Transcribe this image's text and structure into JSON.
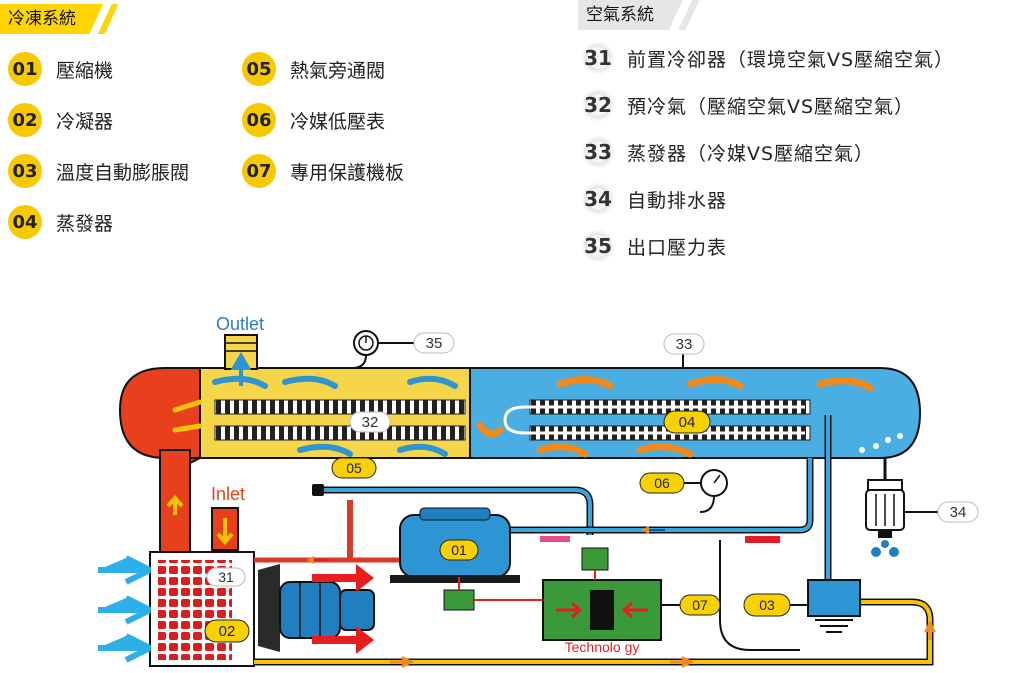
{
  "refrigeration": {
    "title": "冷凍系統",
    "items": [
      {
        "num": "01",
        "label": "壓縮機"
      },
      {
        "num": "02",
        "label": "冷凝器"
      },
      {
        "num": "03",
        "label": "溫度自動膨脹閥"
      },
      {
        "num": "04",
        "label": "蒸發器"
      },
      {
        "num": "05",
        "label": "熱氣旁通閥"
      },
      {
        "num": "06",
        "label": "冷媒低壓表"
      },
      {
        "num": "07",
        "label": "專用保護機板"
      }
    ]
  },
  "air_system": {
    "title": "空氣系統",
    "items": [
      {
        "num": "31",
        "label": "前置冷卻器（環境空氣VS壓縮空氣）"
      },
      {
        "num": "32",
        "label": "預冷氣（壓縮空氣VS壓縮空氣）"
      },
      {
        "num": "33",
        "label": "蒸發器（冷媒VS壓縮空氣）"
      },
      {
        "num": "34",
        "label": "自動排水器"
      },
      {
        "num": "35",
        "label": "出口壓力表"
      }
    ]
  },
  "diagram": {
    "outlet_label": "Outlet",
    "inlet_label": "Inlet",
    "board_label": "Technolo gy",
    "callouts": [
      "01",
      "02",
      "03",
      "04",
      "05",
      "06",
      "07",
      "31",
      "32",
      "33",
      "34",
      "35"
    ],
    "colors": {
      "hot": "#e8401c",
      "precool": "#f5d64a",
      "cold": "#3aa6dc",
      "pipe_blue": "#2d95d3",
      "flow_yellow": "#f5c400",
      "board_green": "#3a9a3a",
      "callout_yellow": "#f7d100"
    }
  }
}
